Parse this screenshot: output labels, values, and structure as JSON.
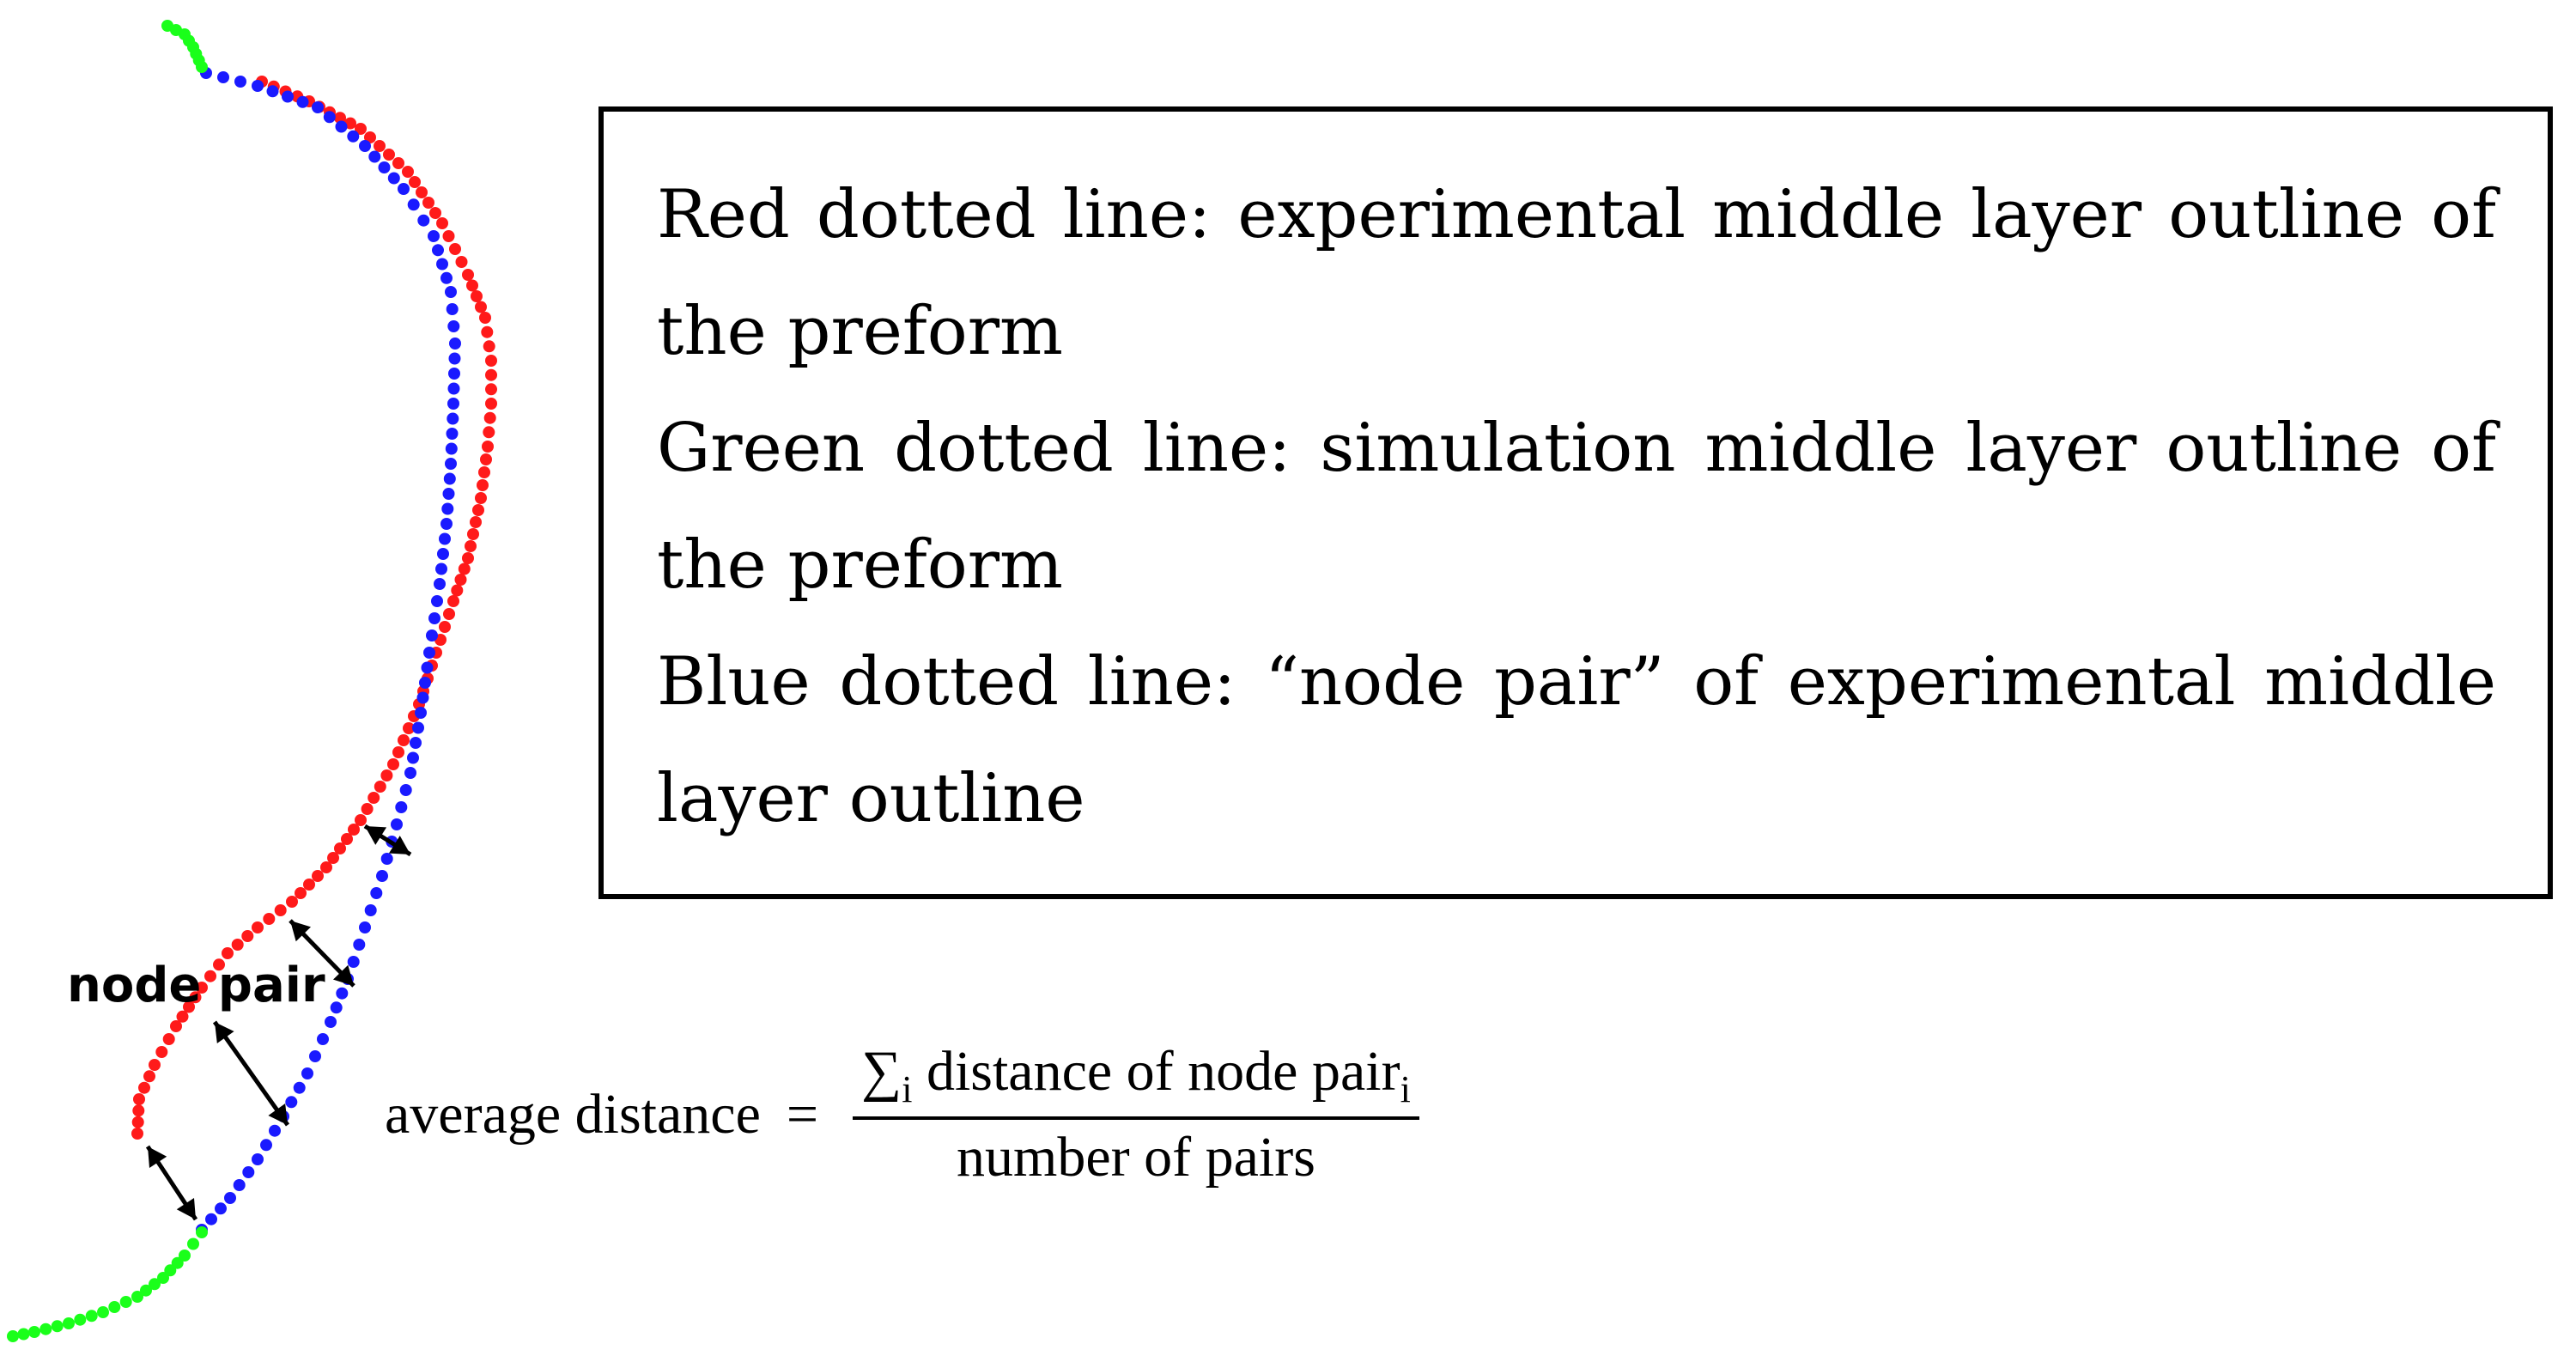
{
  "legend": {
    "lines": [
      "Red dotted line: experimental middle layer outline of the preform",
      "Green dotted line: simulation middle layer outline of the preform",
      "Blue dotted line: “node pair” of experimental middle layer outline"
    ]
  },
  "annotation": {
    "node_pair_label": "node pair"
  },
  "formula": {
    "lhs": "average distance",
    "equals": "=",
    "sum_symbol": "∑",
    "sum_index": "i",
    "numerator_text": "distance of node pair",
    "numerator_sub": "i",
    "denominator": "number of pairs"
  },
  "colors": {
    "red_series": "#ff1a1a",
    "blue_series": "#1a1aff",
    "green_series": "#1aff1a",
    "arrow": "#000000"
  }
}
